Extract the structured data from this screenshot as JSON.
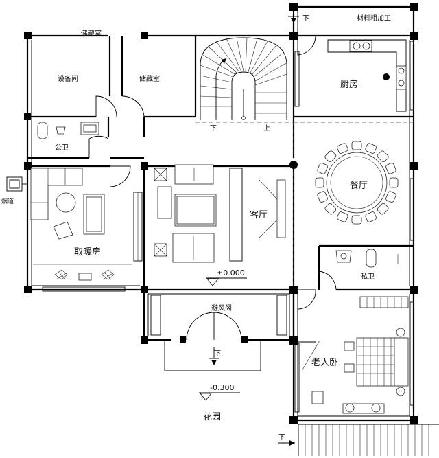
{
  "rooms": {
    "storage_top": "储藏室",
    "equipment_room": "设备间",
    "storage_mid": "储藏室",
    "material_processing": "材料粗加工",
    "kitchen": "厨房",
    "public_wc": "公卫",
    "dining": "餐厅",
    "heating_room": "取暖房",
    "living_room": "客厅",
    "private_wc": "私卫",
    "vestibule": "避风阁",
    "elder_bedroom": "老人卧",
    "garden": "花园",
    "flue": "烟道"
  },
  "stairs": {
    "down": "下",
    "up": "上"
  },
  "arrows": {
    "down_top": "下",
    "down_entrance": "下",
    "down_bottom": "下"
  },
  "elevations": {
    "living": "±0.000",
    "garden": "-0.300"
  }
}
